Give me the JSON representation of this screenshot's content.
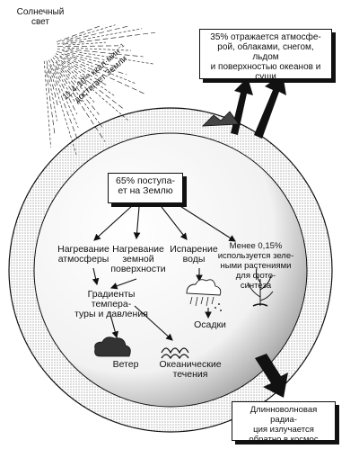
{
  "sun": {
    "label": "Солнечный\nсвет"
  },
  "incoming_radiation": {
    "label": "11,4·10¹⁹ ккал·мин⁻¹\nдостигает Земли"
  },
  "reflected_box": {
    "text": "35% отражается атмосфе-\nрой, облаками, снегом, льдом\nи поверхностью океанов и\nсуши"
  },
  "absorbed_box": {
    "text": "65% поступа-\nет на Землю"
  },
  "processes": [
    {
      "key": "atmosphere",
      "label": "Нагревание\nатмосферы"
    },
    {
      "key": "surface",
      "label": "Нагревание\nземной\nповерхности"
    },
    {
      "key": "evaporation",
      "label": "Испарение\nводы"
    },
    {
      "key": "photosynthesis",
      "label": "Менее 0,15%\nиспользуется зеле-\nными растениями\nдля фото-\nсинтеза"
    }
  ],
  "gradients": {
    "label": "Градиенты темпера-\nтуры и давления"
  },
  "outcomes": {
    "precipitation": "Осадки",
    "wind": "Ветер",
    "currents": "Океанические\nтечения"
  },
  "longwave_box": {
    "text": "Длинноволновая радиа-\nция излучается\nобратно в космос"
  },
  "icons": [
    "sun-icon",
    "cloud-rain-icon",
    "plant-icon",
    "wind-cloud-icon",
    "waves-icon",
    "mountain-icon"
  ]
}
